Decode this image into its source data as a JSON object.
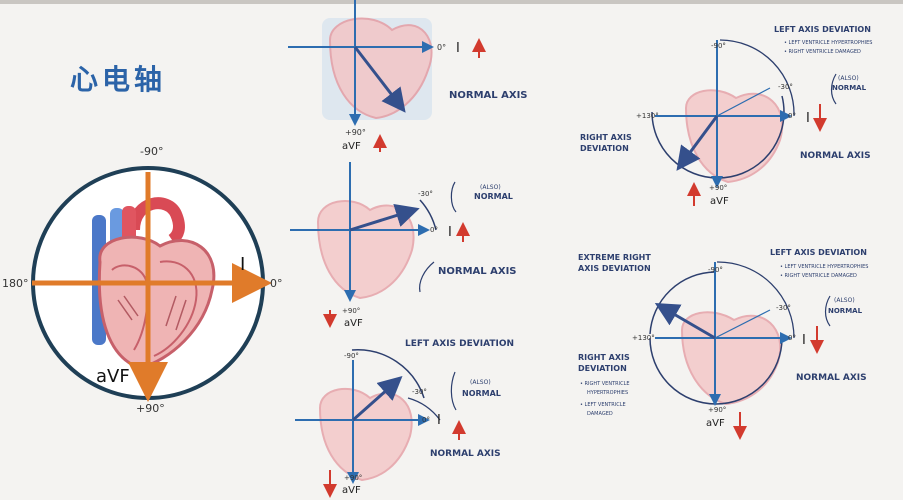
{
  "title": "心电轴",
  "main": {
    "label_minus90": "-90°",
    "label_180": "180°",
    "label_0": "0°",
    "label_plus90": "+90°",
    "label_I": "I",
    "label_aVF": "aVF"
  },
  "panel_normal": {
    "label_0": "0°",
    "label_plus90": "+90°",
    "lead_I": "I",
    "lead_aVF": "aVF",
    "caption": "NORMAL AXIS"
  },
  "panel_normal2": {
    "label_minus30": "-30°",
    "label_0": "0°",
    "label_plus90": "+90°",
    "lead_I": "I",
    "lead_aVF": "aVF",
    "also": "(ALSO)",
    "also_normal": "NORMAL",
    "caption": "NORMAL AXIS"
  },
  "panel_lad": {
    "label_minus90": "-90°",
    "label_minus30": "-30°",
    "label_0": "0°",
    "label_plus90": "+90°",
    "lead_I": "I",
    "lead_aVF": "aVF",
    "top_caption": "LEFT AXIS DEVIATION",
    "also": "(ALSO)",
    "also_normal": "NORMAL",
    "caption": "NORMAL AXIS"
  },
  "panel_rad": {
    "label_minus90": "-90°",
    "label_minus30": "-30°",
    "label_plus130": "+130°",
    "label_0": "0°",
    "label_plus90": "+90°",
    "lead_I": "I",
    "lead_aVF": "aVF",
    "lad_caption": "LEFT AXIS DEVIATION",
    "lad_note1": "• LEFT VENTRICLE HYPERTROPHIES",
    "lad_note2": "• RIGHT VENTRICLE DAMAGED",
    "also": "(ALSO)",
    "also_normal": "NORMAL",
    "rad_caption_1": "RIGHT AXIS",
    "rad_caption_2": "DEVIATION",
    "caption": "NORMAL AXIS"
  },
  "panel_extreme": {
    "label_minus90": "-90°",
    "label_minus30": "-30°",
    "label_plus130": "+130°",
    "label_0": "0°",
    "label_plus90": "+90°",
    "lead_I": "I",
    "lead_aVF": "aVF",
    "extreme_1": "EXTREME RIGHT",
    "extreme_2": "AXIS DEVIATION",
    "lad_caption": "LEFT AXIS DEVIATION",
    "lad_note1": "• LEFT VENTRICLE HYPERTROPHIES",
    "lad_note2": "• RIGHT VENTRICLE DAMAGED",
    "also": "(ALSO)",
    "also_normal": "NORMAL",
    "rad_caption_1": "RIGHT AXIS",
    "rad_caption_2": "DEVIATION",
    "rad_note1": "• RIGHT VENTRICLE",
    "rad_note1b": "HYPERTROPHIES",
    "rad_note2": "• LEFT VENTRICLE",
    "rad_note2b": "DAMAGED",
    "caption": "NORMAL AXIS"
  },
  "colors": {
    "axis": "#2d6db0",
    "orange": "#e07b2a",
    "heart": "#e8a2a8",
    "arrow_red": "#d23a2e",
    "circle": "#1f3f56",
    "vector": "#35508c"
  }
}
